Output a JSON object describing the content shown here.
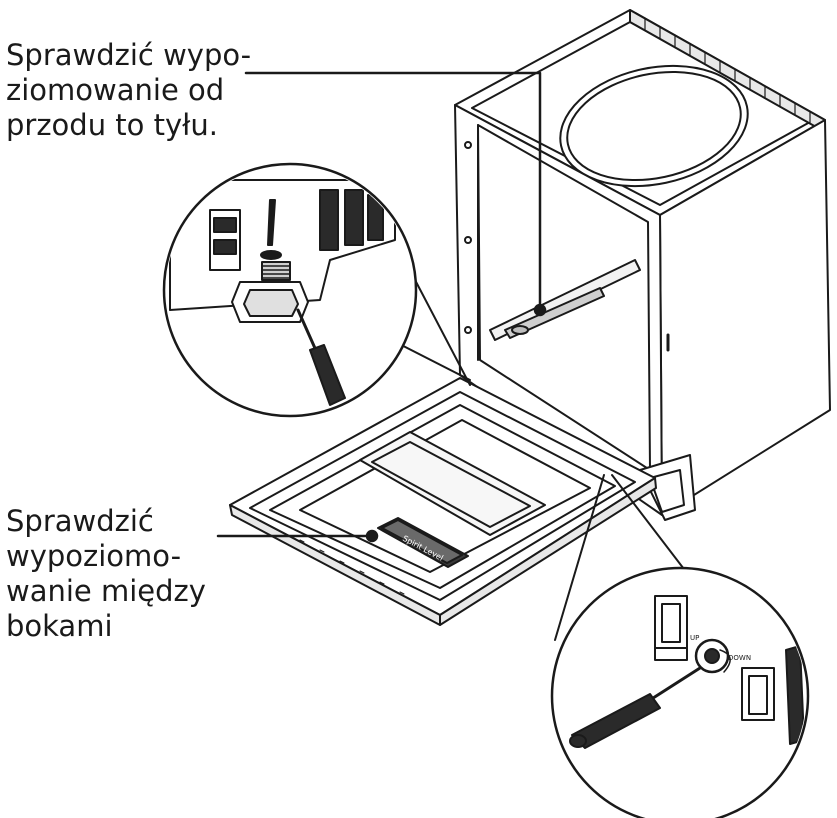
{
  "callouts": {
    "front_to_back": {
      "lines": [
        "Sprawdzić wypo-",
        "ziomowanie od",
        "przodu to tyłu."
      ]
    },
    "side_to_side": {
      "lines": [
        "Sprawdzić",
        "wypoziomo-",
        "wanie między",
        "bokami"
      ]
    }
  },
  "labels": {
    "spirit_level": "Spirit Level",
    "up": "UP",
    "down": "DOWN"
  }
}
